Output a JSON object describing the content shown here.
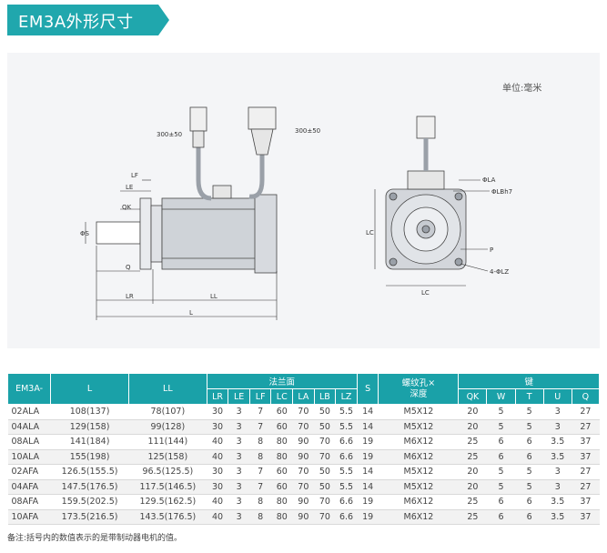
{
  "title": "EM3A外形尺寸",
  "unit_label": "单位:毫米",
  "drawing": {
    "cable_label_1": "300±50",
    "cable_label_2": "300±50",
    "side_labels": {
      "LF": "LF",
      "LE": "LE",
      "QK": "QK",
      "phiS": "ΦS",
      "Q": "Q",
      "LR": "LR",
      "LL": "LL",
      "L": "L"
    },
    "front_labels": {
      "phiLA": "ΦLA",
      "phiLB": "ΦLBh7",
      "LC_v": "LC",
      "LC_h": "LC",
      "P": "P",
      "LZ": "4-ΦLZ"
    }
  },
  "table": {
    "model_header": "EM3A-",
    "L_header": "L",
    "LL_header": "LL",
    "flange_header": "法兰面",
    "flange_sub": [
      "LR",
      "LE",
      "LF",
      "LC",
      "LA",
      "LB",
      "LZ"
    ],
    "S_header": "S",
    "thread_header": "螺纹孔×\n深度",
    "key_header": "键",
    "key_sub": [
      "QK",
      "W",
      "T",
      "U",
      "Q"
    ],
    "rows": [
      [
        "02ALA",
        "108(137)",
        "78(107)",
        "30",
        "3",
        "7",
        "60",
        "70",
        "50",
        "5.5",
        "14",
        "M5X12",
        "20",
        "5",
        "5",
        "3",
        "27"
      ],
      [
        "04ALA",
        "129(158)",
        "99(128)",
        "30",
        "3",
        "7",
        "60",
        "70",
        "50",
        "5.5",
        "14",
        "M5X12",
        "20",
        "5",
        "5",
        "3",
        "27"
      ],
      [
        "08ALA",
        "141(184)",
        "111(144)",
        "40",
        "3",
        "8",
        "80",
        "90",
        "70",
        "6.6",
        "19",
        "M6X12",
        "25",
        "6",
        "6",
        "3.5",
        "37"
      ],
      [
        "10ALA",
        "155(198)",
        "125(158)",
        "40",
        "3",
        "8",
        "80",
        "90",
        "70",
        "6.6",
        "19",
        "M6X12",
        "25",
        "6",
        "6",
        "3.5",
        "37"
      ],
      [
        "02AFA",
        "126.5(155.5)",
        "96.5(125.5)",
        "30",
        "3",
        "7",
        "60",
        "70",
        "50",
        "5.5",
        "14",
        "M5X12",
        "20",
        "5",
        "5",
        "3",
        "27"
      ],
      [
        "04AFA",
        "147.5(176.5)",
        "117.5(146.5)",
        "30",
        "3",
        "7",
        "60",
        "70",
        "50",
        "5.5",
        "14",
        "M5X12",
        "20",
        "5",
        "5",
        "3",
        "27"
      ],
      [
        "08AFA",
        "159.5(202.5)",
        "129.5(162.5)",
        "40",
        "3",
        "8",
        "80",
        "90",
        "70",
        "6.6",
        "19",
        "M6X12",
        "25",
        "6",
        "6",
        "3.5",
        "37"
      ],
      [
        "10AFA",
        "173.5(216.5)",
        "143.5(176.5)",
        "40",
        "3",
        "8",
        "80",
        "90",
        "70",
        "6.6",
        "19",
        "M6X12",
        "25",
        "6",
        "6",
        "3.5",
        "37"
      ]
    ]
  },
  "note": "备注:括号内的数值表示的是带制动器电机的值。",
  "colors": {
    "accent": "#1aa1a8",
    "title_bg": "#20a7ad"
  }
}
